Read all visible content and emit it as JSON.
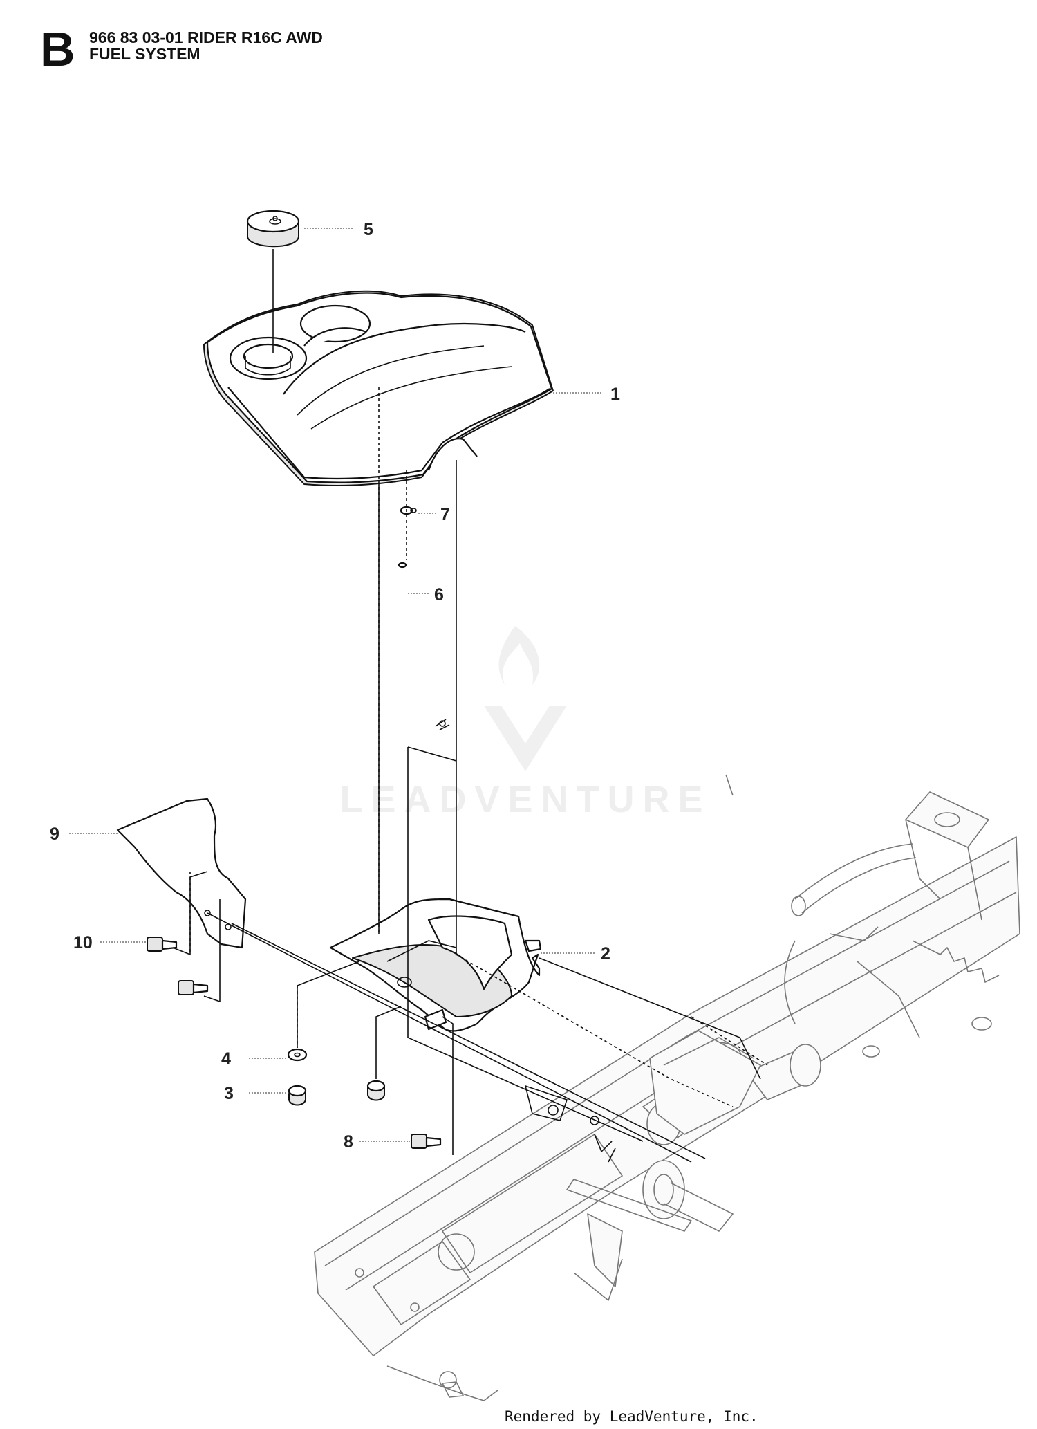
{
  "header": {
    "section_letter": "B",
    "title": "966 83 03-01 RIDER R16C AWD",
    "subtitle": "FUEL SYSTEM"
  },
  "callouts": [
    {
      "id": "callout-1",
      "label": "1"
    },
    {
      "id": "callout-2",
      "label": "2"
    },
    {
      "id": "callout-3",
      "label": "3"
    },
    {
      "id": "callout-4",
      "label": "4"
    },
    {
      "id": "callout-5",
      "label": "5"
    },
    {
      "id": "callout-6",
      "label": "6"
    },
    {
      "id": "callout-7",
      "label": "7"
    },
    {
      "id": "callout-8",
      "label": "8"
    },
    {
      "id": "callout-9",
      "label": "9"
    },
    {
      "id": "callout-10",
      "label": "10"
    }
  ],
  "watermark": {
    "text": "LEADVENTURE",
    "icon": "flame-v-logo-icon"
  },
  "footer": {
    "credit": "Rendered by LeadVenture, Inc."
  }
}
